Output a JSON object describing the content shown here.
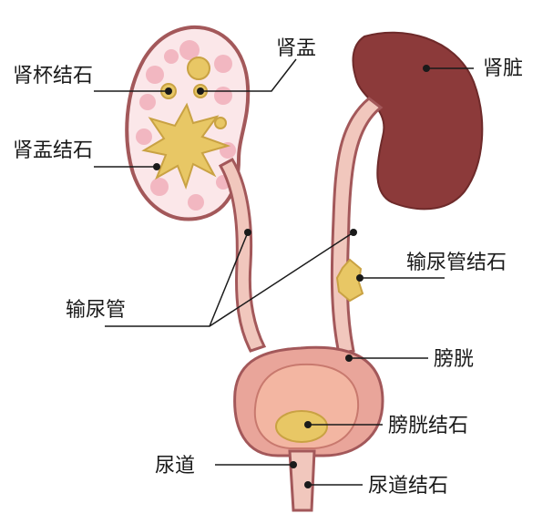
{
  "labels": {
    "renal_calyx_stone": "肾杯结石",
    "renal_pelvis": "肾盂",
    "renal_pelvis_stone": "肾盂结石",
    "kidney": "肾脏",
    "ureter_stone": "输尿管结石",
    "ureter": "输尿管",
    "bladder": "膀胱",
    "bladder_stone": "膀胱结石",
    "urethra": "尿道",
    "urethra_stone": "尿道结石"
  },
  "colors": {
    "kidney_right": "#8c3a3a",
    "kidney_left_outline": "#a3585a",
    "calyx_pink": "#f2b7c1",
    "stone_yellow": "#e8c765",
    "ureter_fill": "#f1c7bd",
    "bladder_outer": "#e9a59a",
    "bladder_inner": "#f3b6a2",
    "leader_line": "#1a1a1a"
  }
}
